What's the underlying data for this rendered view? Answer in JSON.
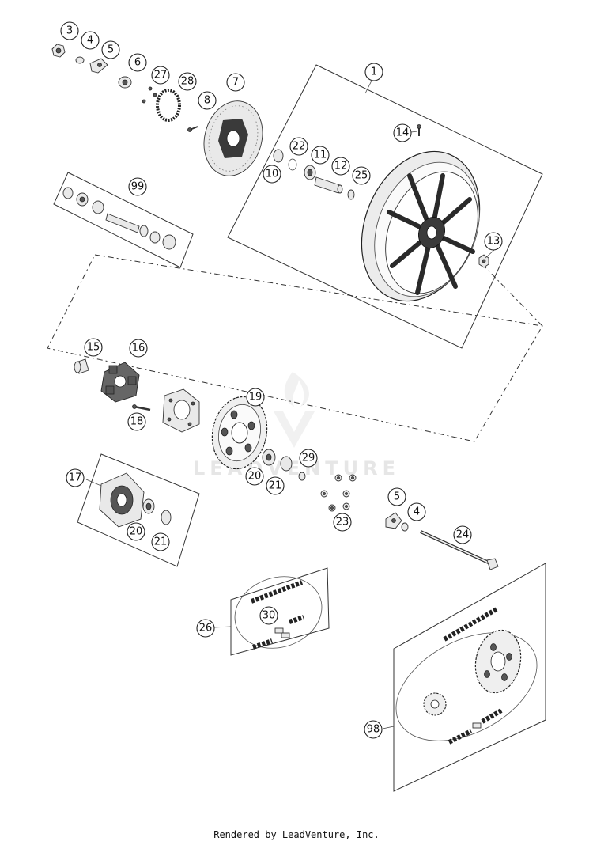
{
  "watermark": {
    "brand_icon": "leadventure-flame-logo",
    "text": "LEADVENTURE"
  },
  "callouts": [
    {
      "id": "3",
      "label": "3"
    },
    {
      "id": "4",
      "label": "4"
    },
    {
      "id": "5",
      "label": "5"
    },
    {
      "id": "6",
      "label": "6"
    },
    {
      "id": "27",
      "label": "27"
    },
    {
      "id": "28",
      "label": "28"
    },
    {
      "id": "7",
      "label": "7"
    },
    {
      "id": "8",
      "label": "8"
    },
    {
      "id": "1",
      "label": "1"
    },
    {
      "id": "14",
      "label": "14"
    },
    {
      "id": "22",
      "label": "22"
    },
    {
      "id": "11",
      "label": "11"
    },
    {
      "id": "12",
      "label": "12"
    },
    {
      "id": "10",
      "label": "10"
    },
    {
      "id": "25",
      "label": "25"
    },
    {
      "id": "99",
      "label": "99"
    },
    {
      "id": "13",
      "label": "13"
    },
    {
      "id": "15",
      "label": "15"
    },
    {
      "id": "16",
      "label": "16"
    },
    {
      "id": "18",
      "label": "18"
    },
    {
      "id": "19",
      "label": "19"
    },
    {
      "id": "29",
      "label": "29"
    },
    {
      "id": "20a",
      "label": "20"
    },
    {
      "id": "21a",
      "label": "21"
    },
    {
      "id": "17",
      "label": "17"
    },
    {
      "id": "20b",
      "label": "20"
    },
    {
      "id": "21b",
      "label": "21"
    },
    {
      "id": "5b",
      "label": "5"
    },
    {
      "id": "4b",
      "label": "4"
    },
    {
      "id": "23",
      "label": "23"
    },
    {
      "id": "24",
      "label": "24"
    },
    {
      "id": "30",
      "label": "30"
    },
    {
      "id": "26",
      "label": "26"
    },
    {
      "id": "98",
      "label": "98"
    }
  ],
  "footer": {
    "credit": "Rendered by LeadVenture, Inc."
  }
}
